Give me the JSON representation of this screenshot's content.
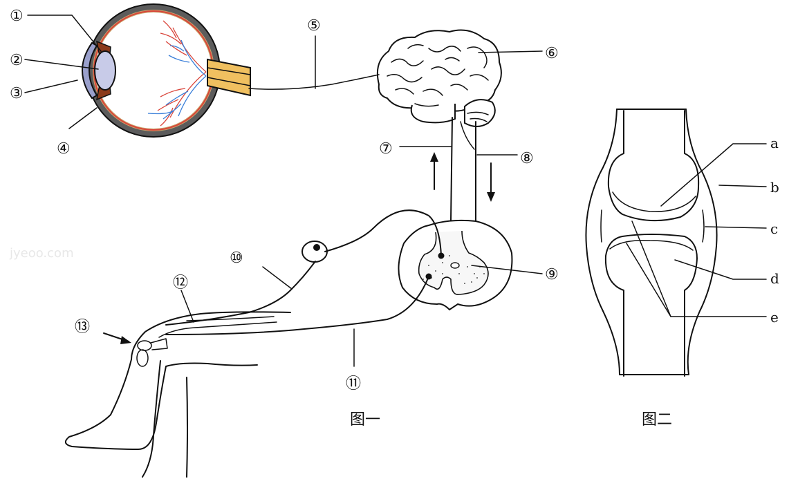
{
  "figure1": {
    "caption": "图一",
    "labels": [
      "①",
      "②",
      "③",
      "④",
      "⑤",
      "⑥",
      "⑦",
      "⑧",
      "⑨",
      "⑩",
      "⑪",
      "⑫",
      "⑬"
    ]
  },
  "figure2": {
    "caption": "图二",
    "labels": [
      "a",
      "b",
      "c",
      "d",
      "e"
    ]
  },
  "watermark": "jyeoo.com",
  "colors": {
    "line": "#111111",
    "iris": "#8b3a1a",
    "lens": "#c8cbe8",
    "cornea": "#9aa0cc",
    "vessel_red": "#d9443a",
    "vessel_blue": "#3a7fd9",
    "nerve": "#f0c060",
    "eye_outer": "#6b6b6b"
  }
}
